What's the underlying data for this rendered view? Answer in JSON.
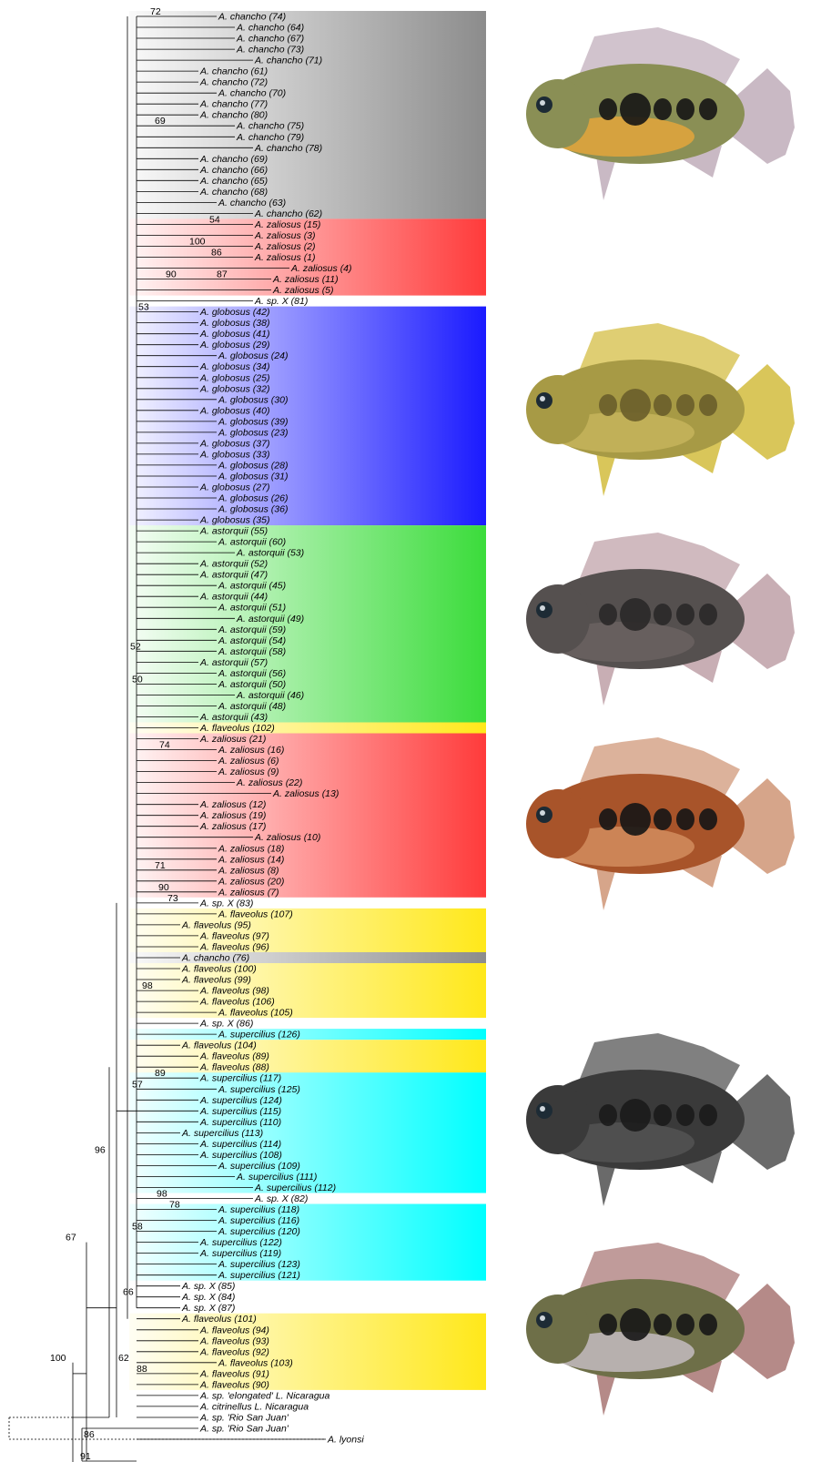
{
  "colors": {
    "chancho": "#8c8c8c",
    "zaliosus": "#ff3b3b",
    "globosus": "#1a1aff",
    "astorquii": "#3bdc3b",
    "flaveolus": "#ffe81a",
    "supercilius": "#00ffff",
    "branch": "#000000"
  },
  "taxa": [
    {
      "label": "A. chancho (74)",
      "clade": "chancho",
      "depth": 6
    },
    {
      "label": "A. chancho (64)",
      "clade": "chancho",
      "depth": 7
    },
    {
      "label": "A. chancho (67)",
      "clade": "chancho",
      "depth": 7
    },
    {
      "label": "A. chancho (73)",
      "clade": "chancho",
      "depth": 7
    },
    {
      "label": "A. chancho (71)",
      "clade": "chancho",
      "depth": 8
    },
    {
      "label": "A. chancho (61)",
      "clade": "chancho",
      "depth": 5
    },
    {
      "label": "A. chancho (72)",
      "clade": "chancho",
      "depth": 5
    },
    {
      "label": "A. chancho (70)",
      "clade": "chancho",
      "depth": 6
    },
    {
      "label": "A. chancho (77)",
      "clade": "chancho",
      "depth": 5
    },
    {
      "label": "A. chancho (80)",
      "clade": "chancho",
      "depth": 5
    },
    {
      "label": "A. chancho (75)",
      "clade": "chancho",
      "depth": 7
    },
    {
      "label": "A. chancho (79)",
      "clade": "chancho",
      "depth": 7
    },
    {
      "label": "A. chancho (78)",
      "clade": "chancho",
      "depth": 8
    },
    {
      "label": "A. chancho (69)",
      "clade": "chancho",
      "depth": 5
    },
    {
      "label": "A. chancho (66)",
      "clade": "chancho",
      "depth": 5
    },
    {
      "label": "A. chancho (65)",
      "clade": "chancho",
      "depth": 5
    },
    {
      "label": "A. chancho (68)",
      "clade": "chancho",
      "depth": 5
    },
    {
      "label": "A. chancho (63)",
      "clade": "chancho",
      "depth": 6
    },
    {
      "label": "A. chancho (62)",
      "clade": "chancho",
      "depth": 8
    },
    {
      "label": "A. zaliosus (15)",
      "clade": "zaliosus",
      "depth": 8
    },
    {
      "label": "A. zaliosus (3)",
      "clade": "zaliosus",
      "depth": 8
    },
    {
      "label": "A. zaliosus (2)",
      "clade": "zaliosus",
      "depth": 8
    },
    {
      "label": "A. zaliosus (1)",
      "clade": "zaliosus",
      "depth": 8
    },
    {
      "label": "A. zaliosus (4)",
      "clade": "zaliosus",
      "depth": 10
    },
    {
      "label": "A. zaliosus (11)",
      "clade": "zaliosus",
      "depth": 9
    },
    {
      "label": "A. zaliosus (5)",
      "clade": "zaliosus",
      "depth": 9
    },
    {
      "label": "A. sp. X (81)",
      "clade": "",
      "depth": 8
    },
    {
      "label": "A. globosus (42)",
      "clade": "globosus",
      "depth": 5
    },
    {
      "label": "A. globosus (38)",
      "clade": "globosus",
      "depth": 5
    },
    {
      "label": "A. globosus (41)",
      "clade": "globosus",
      "depth": 5
    },
    {
      "label": "A. globosus (29)",
      "clade": "globosus",
      "depth": 5
    },
    {
      "label": "A. globosus (24)",
      "clade": "globosus",
      "depth": 6
    },
    {
      "label": "A. globosus (34)",
      "clade": "globosus",
      "depth": 5
    },
    {
      "label": "A. globosus (25)",
      "clade": "globosus",
      "depth": 5
    },
    {
      "label": "A. globosus (32)",
      "clade": "globosus",
      "depth": 5
    },
    {
      "label": "A. globosus (30)",
      "clade": "globosus",
      "depth": 6
    },
    {
      "label": "A. globosus (40)",
      "clade": "globosus",
      "depth": 5
    },
    {
      "label": "A. globosus (39)",
      "clade": "globosus",
      "depth": 6
    },
    {
      "label": "A. globosus (23)",
      "clade": "globosus",
      "depth": 6
    },
    {
      "label": "A. globosus (37)",
      "clade": "globosus",
      "depth": 5
    },
    {
      "label": "A. globosus (33)",
      "clade": "globosus",
      "depth": 5
    },
    {
      "label": "A. globosus (28)",
      "clade": "globosus",
      "depth": 6
    },
    {
      "label": "A. globosus (31)",
      "clade": "globosus",
      "depth": 6
    },
    {
      "label": "A. globosus (27)",
      "clade": "globosus",
      "depth": 5
    },
    {
      "label": "A. globosus (26)",
      "clade": "globosus",
      "depth": 6
    },
    {
      "label": "A. globosus (36)",
      "clade": "globosus",
      "depth": 6
    },
    {
      "label": "A. globosus (35)",
      "clade": "globosus",
      "depth": 5
    },
    {
      "label": "A. astorquii (55)",
      "clade": "astorquii",
      "depth": 5
    },
    {
      "label": "A. astorquii (60)",
      "clade": "astorquii",
      "depth": 6
    },
    {
      "label": "A. astorquii (53)",
      "clade": "astorquii",
      "depth": 7
    },
    {
      "label": "A. astorquii (52)",
      "clade": "astorquii",
      "depth": 5
    },
    {
      "label": "A. astorquii (47)",
      "clade": "astorquii",
      "depth": 5
    },
    {
      "label": "A. astorquii (45)",
      "clade": "astorquii",
      "depth": 6
    },
    {
      "label": "A. astorquii (44)",
      "clade": "astorquii",
      "depth": 5
    },
    {
      "label": "A. astorquii (51)",
      "clade": "astorquii",
      "depth": 6
    },
    {
      "label": "A. astorquii (49)",
      "clade": "astorquii",
      "depth": 7
    },
    {
      "label": "A. astorquii (59)",
      "clade": "astorquii",
      "depth": 6
    },
    {
      "label": "A. astorquii (54)",
      "clade": "astorquii",
      "depth": 6
    },
    {
      "label": "A. astorquii (58)",
      "clade": "astorquii",
      "depth": 6
    },
    {
      "label": "A. astorquii (57)",
      "clade": "astorquii",
      "depth": 5
    },
    {
      "label": "A. astorquii (56)",
      "clade": "astorquii",
      "depth": 6
    },
    {
      "label": "A. astorquii (50)",
      "clade": "astorquii",
      "depth": 6
    },
    {
      "label": "A. astorquii (46)",
      "clade": "astorquii",
      "depth": 7
    },
    {
      "label": "A. astorquii (48)",
      "clade": "astorquii",
      "depth": 6
    },
    {
      "label": "A. astorquii (43)",
      "clade": "astorquii",
      "depth": 5
    },
    {
      "label": "A. flaveolus (102)",
      "clade": "flaveolus",
      "depth": 5
    },
    {
      "label": "A. zaliosus (21)",
      "clade": "zaliosus",
      "depth": 5
    },
    {
      "label": "A. zaliosus (16)",
      "clade": "zaliosus",
      "depth": 6
    },
    {
      "label": "A. zaliosus (6)",
      "clade": "zaliosus",
      "depth": 6
    },
    {
      "label": "A. zaliosus (9)",
      "clade": "zaliosus",
      "depth": 6
    },
    {
      "label": "A. zaliosus (22)",
      "clade": "zaliosus",
      "depth": 7
    },
    {
      "label": "A. zaliosus (13)",
      "clade": "zaliosus",
      "depth": 9
    },
    {
      "label": "A. zaliosus (12)",
      "clade": "zaliosus",
      "depth": 5
    },
    {
      "label": "A. zaliosus (19)",
      "clade": "zaliosus",
      "depth": 5
    },
    {
      "label": "A. zaliosus (17)",
      "clade": "zaliosus",
      "depth": 5
    },
    {
      "label": "A. zaliosus (10)",
      "clade": "zaliosus",
      "depth": 8
    },
    {
      "label": "A. zaliosus (18)",
      "clade": "zaliosus",
      "depth": 6
    },
    {
      "label": "A. zaliosus (14)",
      "clade": "zaliosus",
      "depth": 6
    },
    {
      "label": "A. zaliosus (8)",
      "clade": "zaliosus",
      "depth": 6
    },
    {
      "label": "A. zaliosus (20)",
      "clade": "zaliosus",
      "depth": 6
    },
    {
      "label": "A. zaliosus (7)",
      "clade": "zaliosus",
      "depth": 6
    },
    {
      "label": "A. sp. X (83)",
      "clade": "",
      "depth": 5
    },
    {
      "label": "A. flaveolus (107)",
      "clade": "flaveolus",
      "depth": 6
    },
    {
      "label": "A. flaveolus (95)",
      "clade": "flaveolus",
      "depth": 4
    },
    {
      "label": "A. flaveolus (97)",
      "clade": "flaveolus",
      "depth": 5
    },
    {
      "label": "A. flaveolus (96)",
      "clade": "flaveolus",
      "depth": 5
    },
    {
      "label": "A. chancho (76)",
      "clade": "chancho",
      "depth": 4
    },
    {
      "label": "A. flaveolus (100)",
      "clade": "flaveolus",
      "depth": 4
    },
    {
      "label": "A. flaveolus (99)",
      "clade": "flaveolus",
      "depth": 4
    },
    {
      "label": "A. flaveolus (98)",
      "clade": "flaveolus",
      "depth": 5
    },
    {
      "label": "A. flaveolus (106)",
      "clade": "flaveolus",
      "depth": 5
    },
    {
      "label": "A. flaveolus (105)",
      "clade": "flaveolus",
      "depth": 6
    },
    {
      "label": "A. sp. X (86)",
      "clade": "",
      "depth": 5
    },
    {
      "label": "A. supercilius (126)",
      "clade": "supercilius",
      "depth": 6
    },
    {
      "label": "A. flaveolus (104)",
      "clade": "flaveolus",
      "depth": 4
    },
    {
      "label": "A. flaveolus (89)",
      "clade": "flaveolus",
      "depth": 5
    },
    {
      "label": "A. flaveolus (88)",
      "clade": "flaveolus",
      "depth": 5
    },
    {
      "label": "A. supercilius (117)",
      "clade": "supercilius",
      "depth": 5
    },
    {
      "label": "A. supercilius (125)",
      "clade": "supercilius",
      "depth": 6
    },
    {
      "label": "A. supercilius (124)",
      "clade": "supercilius",
      "depth": 5
    },
    {
      "label": "A. supercilius (115)",
      "clade": "supercilius",
      "depth": 5
    },
    {
      "label": "A. supercilius (110)",
      "clade": "supercilius",
      "depth": 5
    },
    {
      "label": "A. supercilius (113)",
      "clade": "supercilius",
      "depth": 4
    },
    {
      "label": "A. supercilius (114)",
      "clade": "supercilius",
      "depth": 5
    },
    {
      "label": "A. supercilius (108)",
      "clade": "supercilius",
      "depth": 5
    },
    {
      "label": "A. supercilius (109)",
      "clade": "supercilius",
      "depth": 6
    },
    {
      "label": "A. supercilius (111)",
      "clade": "supercilius",
      "depth": 7
    },
    {
      "label": "A. supercilius (112)",
      "clade": "supercilius",
      "depth": 8
    },
    {
      "label": "A. sp. X (82)",
      "clade": "",
      "depth": 8
    },
    {
      "label": "A. supercilius (118)",
      "clade": "supercilius",
      "depth": 6
    },
    {
      "label": "A. supercilius (116)",
      "clade": "supercilius",
      "depth": 6
    },
    {
      "label": "A. supercilius (120)",
      "clade": "supercilius",
      "depth": 6
    },
    {
      "label": "A. supercilius (122)",
      "clade": "supercilius",
      "depth": 5
    },
    {
      "label": "A. supercilius (119)",
      "clade": "supercilius",
      "depth": 5
    },
    {
      "label": "A. supercilius (123)",
      "clade": "supercilius",
      "depth": 6
    },
    {
      "label": "A. supercilius (121)",
      "clade": "supercilius",
      "depth": 6
    },
    {
      "label": "A. sp. X (85)",
      "clade": "",
      "depth": 4
    },
    {
      "label": "A. sp. X (84)",
      "clade": "",
      "depth": 4
    },
    {
      "label": "A. sp. X (87)",
      "clade": "",
      "depth": 4
    },
    {
      "label": "A. flaveolus (101)",
      "clade": "flaveolus",
      "depth": 4
    },
    {
      "label": "A. flaveolus (94)",
      "clade": "flaveolus",
      "depth": 5
    },
    {
      "label": "A. flaveolus (93)",
      "clade": "flaveolus",
      "depth": 5
    },
    {
      "label": "A. flaveolus (92)",
      "clade": "flaveolus",
      "depth": 5
    },
    {
      "label": "A. flaveolus (103)",
      "clade": "flaveolus",
      "depth": 6
    },
    {
      "label": "A. flaveolus (91)",
      "clade": "flaveolus",
      "depth": 5
    },
    {
      "label": "A. flaveolus (90)",
      "clade": "flaveolus",
      "depth": 5
    },
    {
      "label": "A. sp. 'elongated' L. Nicaragua",
      "clade": "",
      "depth": 5
    },
    {
      "label": "A. citrinellus L. Nicaragua",
      "clade": "",
      "depth": 5
    },
    {
      "label": "A. sp. 'Rio San Juan'",
      "clade": "",
      "depth": 5
    },
    {
      "label": "A. sp. 'Rio San Juan'",
      "clade": "",
      "depth": 5
    },
    {
      "label": "A. lyonsi",
      "clade": "",
      "depth": 12
    }
  ],
  "bootstraps": [
    {
      "value": "72",
      "row": 0
    },
    {
      "value": "69",
      "row": 10
    },
    {
      "value": "54",
      "row": 19
    },
    {
      "value": "100",
      "row": 21
    },
    {
      "value": "86",
      "row": 22
    },
    {
      "value": "87",
      "row": 24
    },
    {
      "value": "90",
      "row": 24
    },
    {
      "value": "53",
      "row": 27
    },
    {
      "value": "52",
      "row": 58
    },
    {
      "value": "50",
      "row": 61
    },
    {
      "value": "74",
      "row": 67
    },
    {
      "value": "71",
      "row": 78
    },
    {
      "value": "90",
      "row": 80
    },
    {
      "value": "73",
      "row": 81
    },
    {
      "value": "98",
      "row": 89
    },
    {
      "value": "89",
      "row": 97
    },
    {
      "value": "57",
      "row": 98
    },
    {
      "value": "98",
      "row": 108
    },
    {
      "value": "78",
      "row": 109
    },
    {
      "value": "58",
      "row": 111
    },
    {
      "value": "66",
      "row": 117
    },
    {
      "value": "96",
      "row": 104
    },
    {
      "value": "62",
      "row": 123
    },
    {
      "value": "88",
      "row": 124
    },
    {
      "value": "67",
      "row": 112
    },
    {
      "value": "100",
      "row": 123
    },
    {
      "value": "86",
      "row": 130
    },
    {
      "value": "91",
      "row": 132
    }
  ],
  "photos": [
    {
      "name": "chancho-fish-photo",
      "body": "#8a8f55",
      "belly": "#e9a63a",
      "stripe": "#151515",
      "fin": "#c9b9c4"
    },
    {
      "name": "globosus-fish-photo",
      "body": "#a79a45",
      "belly": "#c8b55c",
      "stripe": "#6a5e2a",
      "fin": "#d9c65a"
    },
    {
      "name": "astorquii-fish-photo",
      "body": "#55504f",
      "belly": "#6b6362",
      "stripe": "#2a2828",
      "fin": "#c8aeb4"
    },
    {
      "name": "zaliosus-fish-photo",
      "body": "#a8542a",
      "belly": "#d49061",
      "stripe": "#151515",
      "fin": "#d6a58a"
    },
    {
      "name": "supercilius-fish-photo",
      "body": "#3a3a3a",
      "belly": "#555555",
      "stripe": "#1b1b1b",
      "fin": "#6a6a6a"
    },
    {
      "name": "flaveolus-fish-photo",
      "body": "#6e6f48",
      "belly": "#c9c1c8",
      "stripe": "#161616",
      "fin": "#b58a88"
    }
  ]
}
